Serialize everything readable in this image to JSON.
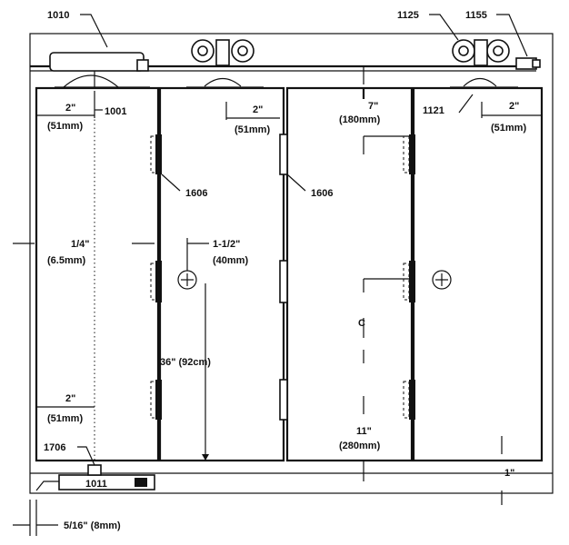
{
  "labels": {
    "part_1010": "1010",
    "part_1125": "1125",
    "part_1155": "1155",
    "part_1001": "1001",
    "part_1121": "1121",
    "part_1606_a": "1606",
    "part_1606_b": "1606",
    "part_1706": "1706",
    "part_1011": "1011",
    "dim_2in_a": "2\"",
    "dim_51mm_a": "(51mm)",
    "dim_2in_b": "2\"",
    "dim_51mm_b": "(51mm)",
    "dim_7in": "7\"",
    "dim_180mm": "(180mm)",
    "dim_2in_c": "2\"",
    "dim_51mm_c": "(51mm)",
    "dim_quarter_in": "1/4\"",
    "dim_6_5mm": "(6.5mm)",
    "dim_1_5in": "1-1/2\"",
    "dim_40mm": "(40mm)",
    "dim_cl": "C",
    "dim_36in": "36\" (92cm)",
    "dim_2in_d": "2\"",
    "dim_51mm_d": "(51mm)",
    "dim_11in": "11\"",
    "dim_280mm": "(280mm)",
    "dim_1in": "1\"",
    "dim_5_16in": "5/16\" (8mm)"
  }
}
